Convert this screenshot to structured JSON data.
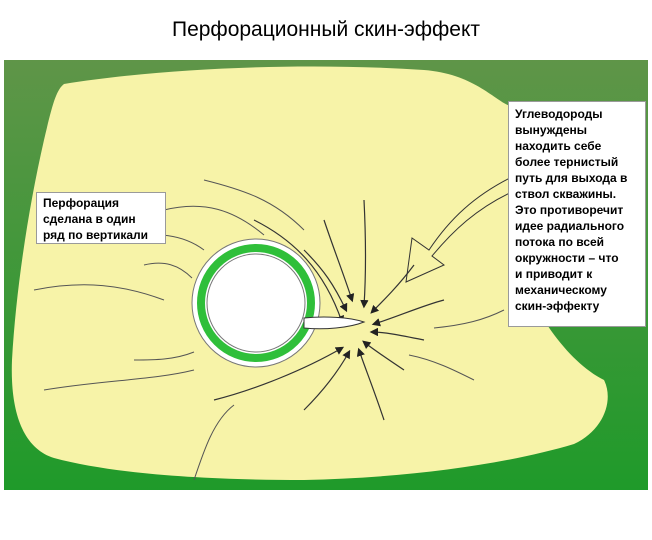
{
  "title": "Перфорационный скин-эффект",
  "labels": {
    "left": "Перфорация\nсделана в один\nряд по вертикали",
    "right": "Углеводороды\nвынуждены\nнаходить себе\nболее тернистый\nпуть для выхода в\nствол скважины.\nЭто противоречит\nидее радиального\nпотока по всей\nокружности – что\nи приводит к\nмеханическому\nскин-эффекту"
  },
  "colors": {
    "background_top": "#5f9548",
    "background_bottom": "#1f9a2a",
    "formation": "#f7f3a8",
    "casing": "#2fbf3a",
    "arrow": "#f7f3a8"
  }
}
